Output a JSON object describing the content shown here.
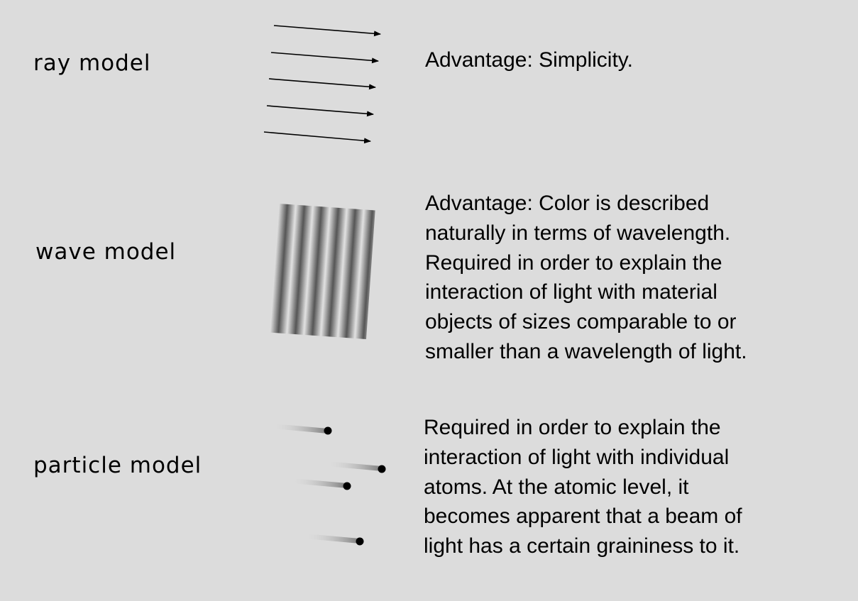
{
  "models": [
    {
      "id": "ray",
      "label": "ray model",
      "description_lines": [
        "Advantage: Simplicity."
      ]
    },
    {
      "id": "wave",
      "label": "wave model",
      "description_lines": [
        "Advantage: Color is described",
        "naturally in terms of wavelength.",
        "Required in order to explain the",
        "interaction of light with material",
        "objects of sizes comparable to or",
        "smaller than a wavelength of light."
      ]
    },
    {
      "id": "particle",
      "label": "particle model",
      "description_lines": [
        "Required in order to explain the",
        "interaction of light with individual",
        "atoms. At the atomic level, it",
        "becomes apparent that a beam of",
        "light has a certain graininess to it."
      ]
    }
  ],
  "colors": {
    "background": "#dcdcdc",
    "ink": "#000000",
    "wave_dark": "#555555",
    "wave_light": "#e0e0e0"
  }
}
